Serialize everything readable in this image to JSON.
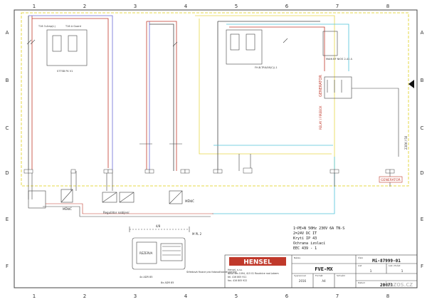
{
  "frame": {
    "columns": [
      "1",
      "2",
      "3",
      "4",
      "5",
      "6",
      "7",
      "8"
    ],
    "rows": [
      "A",
      "B",
      "C",
      "D",
      "E",
      "F"
    ]
  },
  "components": {
    "top_left_label_a": "T16 3-Amp(L)",
    "top_left_label_b": "T16 A Guard",
    "inverter_label": "S7TSB P4 V1",
    "spd_label": "FH-B-TRX/08(C)/-1",
    "main_label": "MAIN BF NIOS 2-41 A",
    "gen_label": "GENERATOR",
    "relay_label": "RELAY / FIREBOX",
    "bottom_labels": [
      "MĚNIČ",
      "Regulátor nabíjení",
      "MĚNIČ"
    ],
    "gen_out": "GENERATOR",
    "right_vertical": "230V / 50"
  },
  "specs": [
    "1~PE+N 50Hz 230V 6A TN-S",
    "2=24V DC IT",
    "Krytí IP 43",
    "Ochrana izolací",
    "EEC 439 - 1"
  ],
  "enclosure": {
    "dim_width": "4/8",
    "label_top": "M PL 2",
    "door_label": "REZERVA",
    "note": "Středová fixace pro fotovoltaické panely",
    "dim_bottom_left": "4x ADR 85",
    "dim_bottom": "8x ADR 85"
  },
  "title_block": {
    "brand": "HENSEL",
    "company_lines": [
      "Hensel, s.r.o.",
      "Nová Ves 1094, 415 01 Roudnice nad Labem",
      "tel. 416 805 911",
      "fax. 416 805 922"
    ],
    "label_field": "Název",
    "label_number": "Číslo",
    "drawing_number": "Mi-87999-01",
    "title": "FVE-MX",
    "sheet_label": "List",
    "sheet_count_label": "List / Počet",
    "sheet_a": "1",
    "sheet_b": "1",
    "scale_label": "Formát",
    "scale_value": "A4",
    "drawn_label": "Vypracoval",
    "approved_label": "Schválil",
    "date_label": "Datum",
    "year": "2016",
    "doc_number": "20071"
  },
  "watermark": "bazos.cz"
}
